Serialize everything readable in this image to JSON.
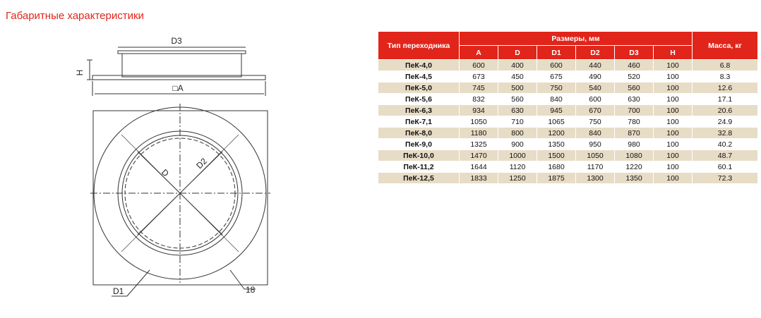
{
  "page": {
    "title": "Габаритные характеристики"
  },
  "drawing": {
    "labels": {
      "d3": "D3",
      "h": "H",
      "a": "□A",
      "d": "D",
      "d2": "D2",
      "d1": "D1",
      "holes": "18"
    }
  },
  "table": {
    "header_type": "Тип переходника",
    "header_sizes": "Размеры, мм",
    "header_mass": "Масса, кг",
    "columns": [
      "A",
      "D",
      "D1",
      "D2",
      "D3",
      "H"
    ],
    "rows": [
      {
        "type": "ПеК-4,0",
        "values": [
          "600",
          "400",
          "600",
          "440",
          "460",
          "100"
        ],
        "mass": "6.8"
      },
      {
        "type": "ПеК-4,5",
        "values": [
          "673",
          "450",
          "675",
          "490",
          "520",
          "100"
        ],
        "mass": "8.3"
      },
      {
        "type": "ПеК-5,0",
        "values": [
          "745",
          "500",
          "750",
          "540",
          "560",
          "100"
        ],
        "mass": "12.6"
      },
      {
        "type": "ПеК-5,6",
        "values": [
          "832",
          "560",
          "840",
          "600",
          "630",
          "100"
        ],
        "mass": "17.1"
      },
      {
        "type": "ПеК-6,3",
        "values": [
          "934",
          "630",
          "945",
          "670",
          "700",
          "100"
        ],
        "mass": "20.6"
      },
      {
        "type": "ПеК-7,1",
        "values": [
          "1050",
          "710",
          "1065",
          "750",
          "780",
          "100"
        ],
        "mass": "24.9"
      },
      {
        "type": "ПеК-8,0",
        "values": [
          "1180",
          "800",
          "1200",
          "840",
          "870",
          "100"
        ],
        "mass": "32.8"
      },
      {
        "type": "ПеК-9,0",
        "values": [
          "1325",
          "900",
          "1350",
          "950",
          "980",
          "100"
        ],
        "mass": "40.2"
      },
      {
        "type": "ПеК-10,0",
        "values": [
          "1470",
          "1000",
          "1500",
          "1050",
          "1080",
          "100"
        ],
        "mass": "48.7"
      },
      {
        "type": "ПеК-11,2",
        "values": [
          "1644",
          "1120",
          "1680",
          "1170",
          "1220",
          "100"
        ],
        "mass": "60.1"
      },
      {
        "type": "ПеК-12,5",
        "values": [
          "1833",
          "1250",
          "1875",
          "1300",
          "1350",
          "100"
        ],
        "mass": "72.3"
      }
    ]
  },
  "colors": {
    "accent": "#e1251b",
    "row_shade": "#e7dcc6"
  }
}
